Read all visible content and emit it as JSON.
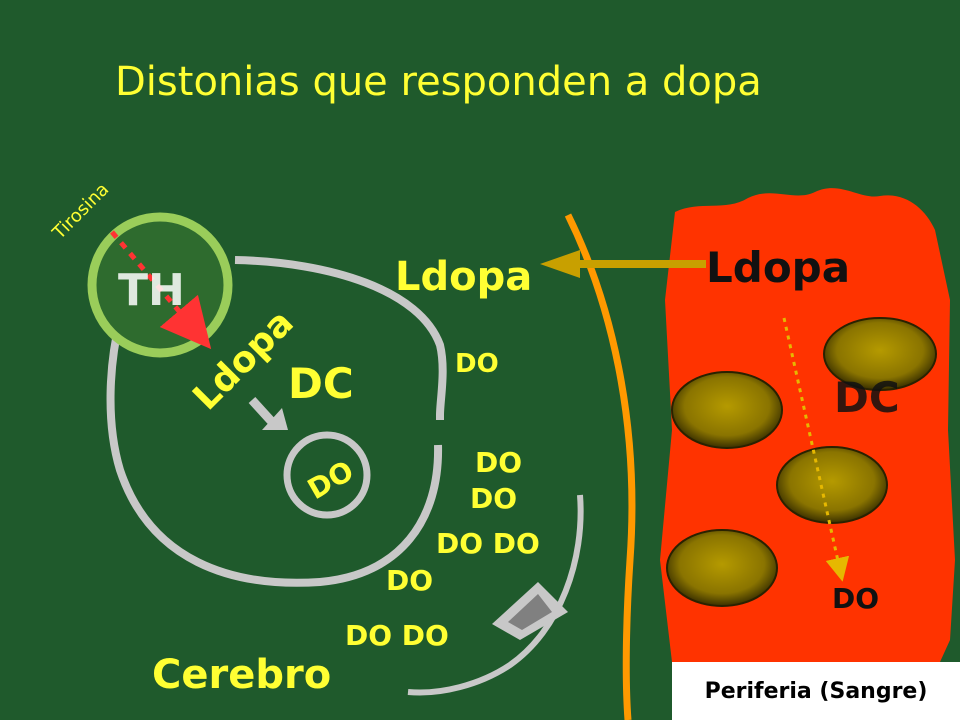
{
  "title": "Distonias que responden a dopa",
  "labels": {
    "tirosina": "Tirosina",
    "th": "TH",
    "ldopa_cell": "Ldopa",
    "dc_cell": "DC",
    "do_vesicle": "DO",
    "ldopa_brain": "Ldopa",
    "do_1": "DO",
    "do_2": "DO",
    "do_3": "DO",
    "do_4": "DO DO",
    "do_5": "DO",
    "do_6": "DO DO",
    "cerebro": "Cerebro",
    "ldopa_blood": "Ldopa",
    "dc_blood": "DC",
    "do_blood": "DO",
    "periferia": "Periferia (Sangre)"
  },
  "colors": {
    "background": "#1f5a2c",
    "title": "#ffff33",
    "label_yellow": "#ffff33",
    "neuron_outline": "#c8c8c8",
    "th_fill": "#2e6b2e",
    "th_ring": "#9acd5a",
    "barrier": "#ff9900",
    "blood": "#ff3300",
    "blood_cell": "#8b7a00",
    "arrow": "#c8a000",
    "dashed_arrow": "#ff3333",
    "dotted_arrow": "#e6b800",
    "receptor": "#808080"
  }
}
